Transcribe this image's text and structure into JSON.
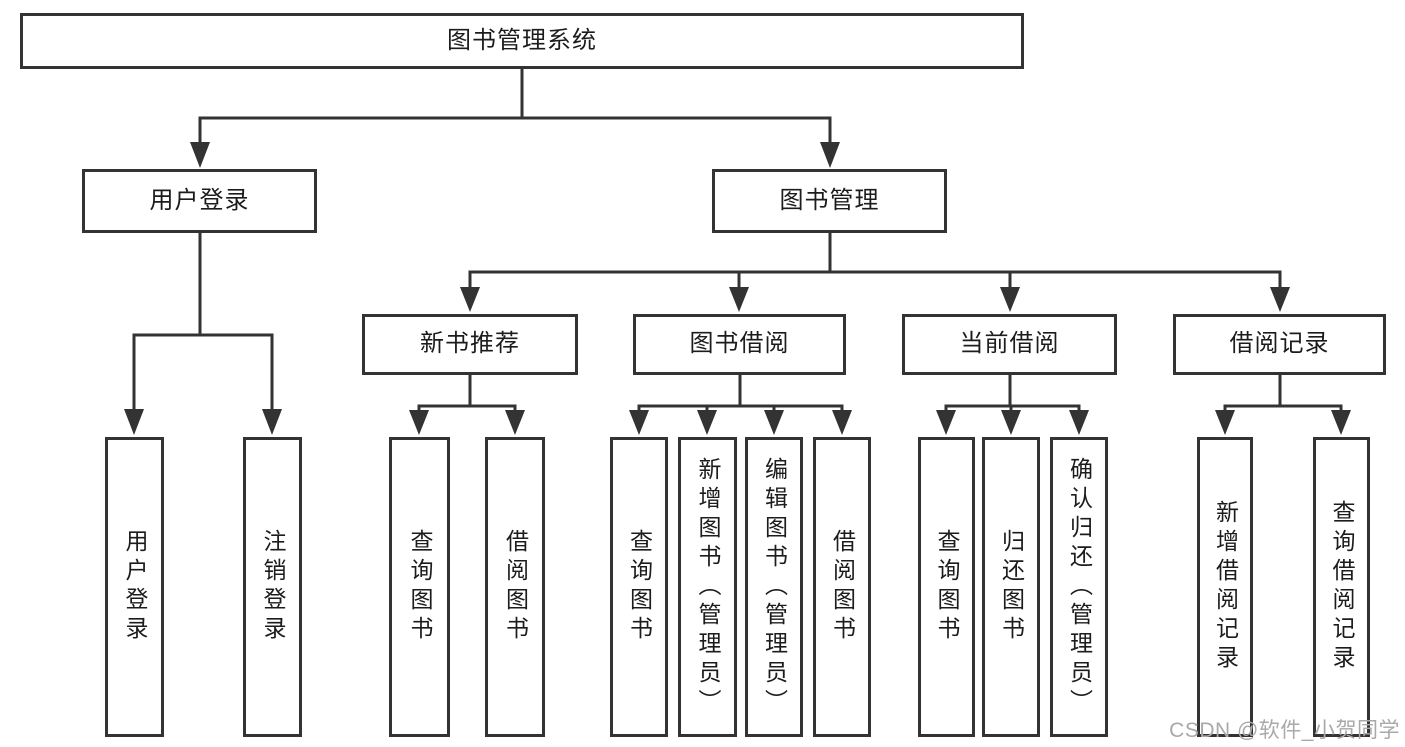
{
  "diagram_title": "图书管理系统",
  "colors": {
    "line": "#333333",
    "text": "#1c1c1c",
    "background": "#ffffff",
    "watermark": "#a9a9a9"
  },
  "nodes": {
    "root": "图书管理系统",
    "l2": [
      "用户登录",
      "图书管理"
    ],
    "l3": [
      "新书推荐",
      "图书借阅",
      "当前借阅",
      "借阅记录"
    ],
    "leaves": [
      "用户登录",
      "注销登录",
      "查询图书",
      "借阅图书",
      "查询图书",
      "新增图书（管理员）",
      "编辑图书（管理员）",
      "借阅图书",
      "查询图书",
      "归还图书",
      "确认归还（管理员）",
      "新增借阅记录",
      "查询借阅记录"
    ]
  },
  "hierarchy": {
    "图书管理系统": {
      "用户登录": [
        "用户登录",
        "注销登录"
      ],
      "图书管理": {
        "新书推荐": [
          "查询图书",
          "借阅图书"
        ],
        "图书借阅": [
          "查询图书",
          "新增图书（管理员）",
          "编辑图书（管理员）",
          "借阅图书"
        ],
        "当前借阅": [
          "查询图书",
          "归还图书",
          "确认归还（管理员）"
        ],
        "借阅记录": [
          "新增借阅记录",
          "查询借阅记录"
        ]
      }
    }
  },
  "watermark": "CSDN @软件_小贺同学"
}
